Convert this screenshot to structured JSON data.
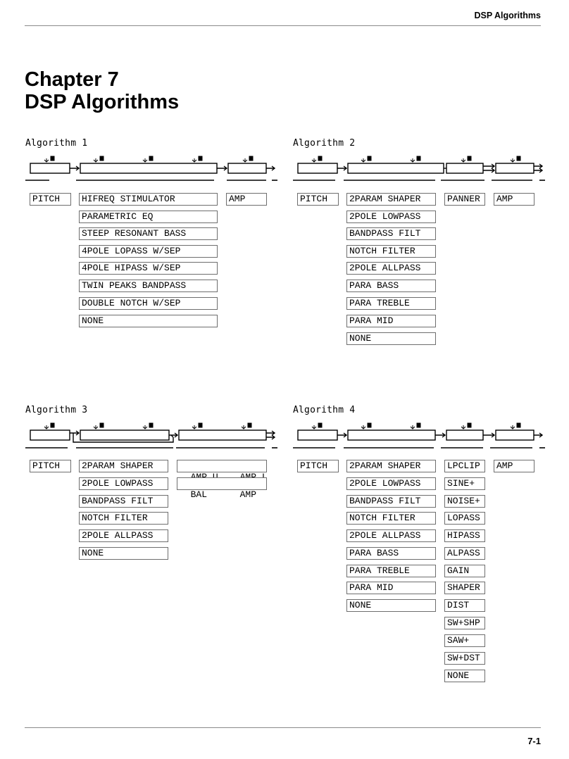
{
  "header": {
    "title": "DSP Algorithms"
  },
  "chapter": {
    "line1": "Chapter 7",
    "line2": "DSP Algorithms"
  },
  "footer": {
    "page": "7-1"
  },
  "algorithms": [
    {
      "title": "Algorithm 1",
      "columns": [
        [
          "PITCH"
        ],
        [
          "HIFREQ STIMULATOR",
          "PARAMETRIC EQ",
          "STEEP RESONANT BASS",
          "4POLE LOPASS W/SEP",
          "4POLE HIPASS W/SEP",
          "TWIN PEAKS BANDPASS",
          "DOUBLE NOTCH W/SEP",
          "NONE"
        ],
        [
          "AMP"
        ]
      ]
    },
    {
      "title": "Algorithm 2",
      "columns": [
        [
          "PITCH"
        ],
        [
          "2PARAM SHAPER",
          "2POLE LOWPASS",
          "BANDPASS FILT",
          "NOTCH FILTER",
          "2POLE ALLPASS",
          "PARA BASS",
          "PARA TREBLE",
          "PARA MID",
          "NONE"
        ],
        [
          "PANNER"
        ],
        [
          "AMP"
        ]
      ]
    },
    {
      "title": "Algorithm 3",
      "columns": [
        [
          "PITCH"
        ],
        [
          "2PARAM SHAPER",
          "2POLE LOWPASS",
          "BANDPASS FILT",
          "NOTCH FILTER",
          "2POLE ALLPASS",
          "NONE"
        ]
      ],
      "amp_pairs": [
        [
          "AMP U",
          "AMP L"
        ],
        [
          "BAL",
          "AMP"
        ]
      ]
    },
    {
      "title": "Algorithm 4",
      "columns": [
        [
          "PITCH"
        ],
        [
          "2PARAM SHAPER",
          "2POLE LOWPASS",
          "BANDPASS FILT",
          "NOTCH FILTER",
          "2POLE ALLPASS",
          "PARA BASS",
          "PARA TREBLE",
          "PARA MID",
          "NONE"
        ],
        [
          "LPCLIP",
          "SINE+",
          "NOISE+",
          "LOPASS",
          "HIPASS",
          "ALPASS",
          "GAIN",
          "SHAPER",
          "DIST",
          "SW+SHP",
          "SAW+",
          "SW+DST",
          "NONE"
        ],
        [
          "AMP"
        ]
      ]
    }
  ]
}
